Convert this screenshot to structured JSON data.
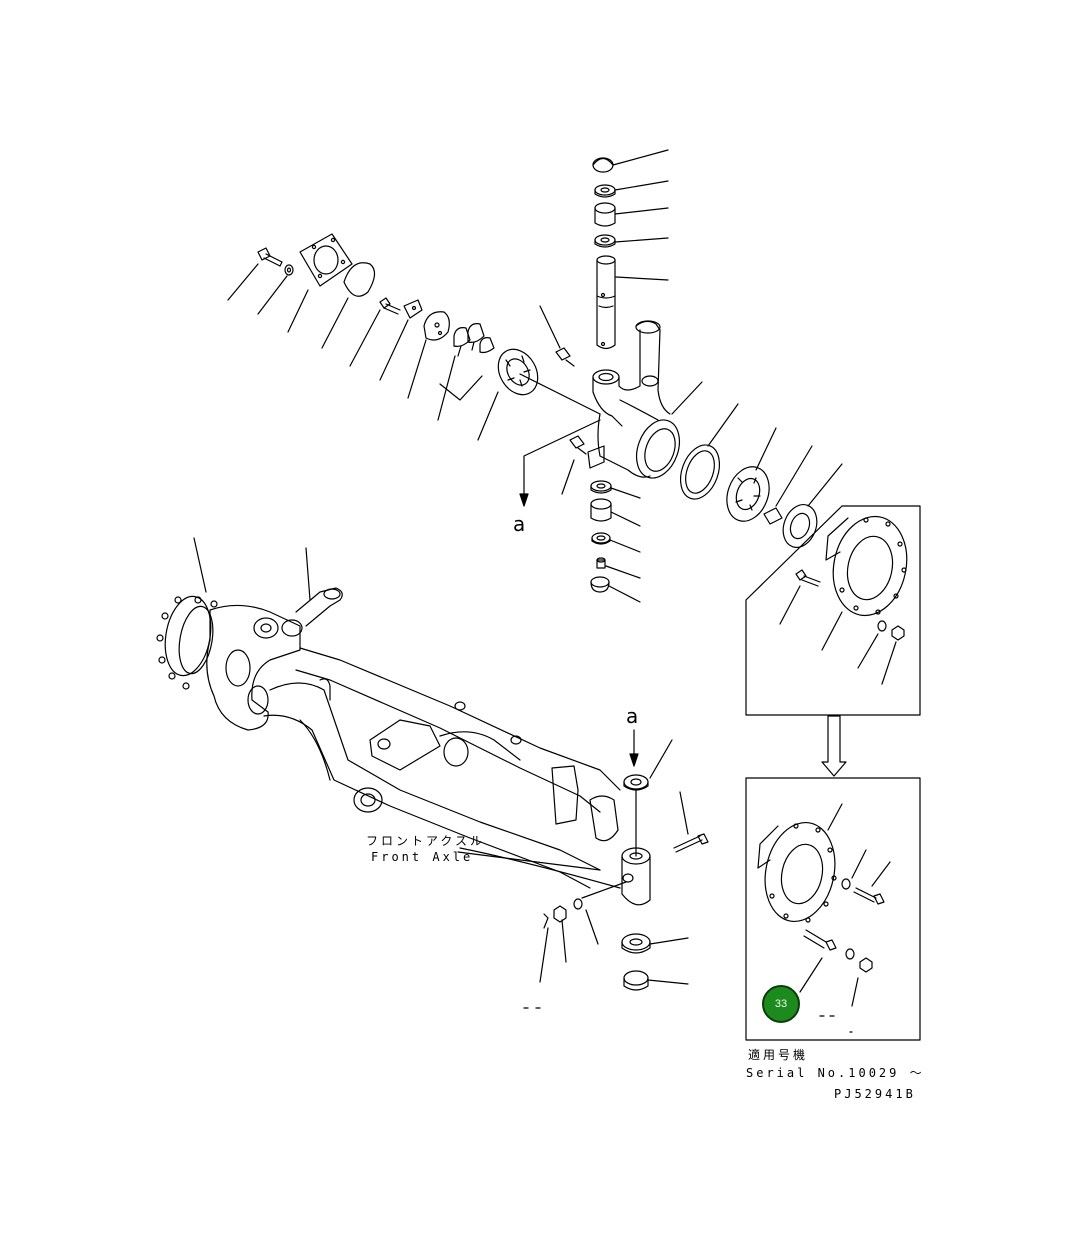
{
  "labels": {
    "arrow_a_top": "a",
    "arrow_a_bottom": "a",
    "front_axle_jp": "フロントアクスル",
    "front_axle_en": "Front Axle",
    "applicable_jp": "適用号機",
    "serial": "Serial No.10029 ～",
    "drawing_code": "PJ52941B"
  },
  "badge": {
    "value": "33",
    "color": "#1d8a1d"
  }
}
